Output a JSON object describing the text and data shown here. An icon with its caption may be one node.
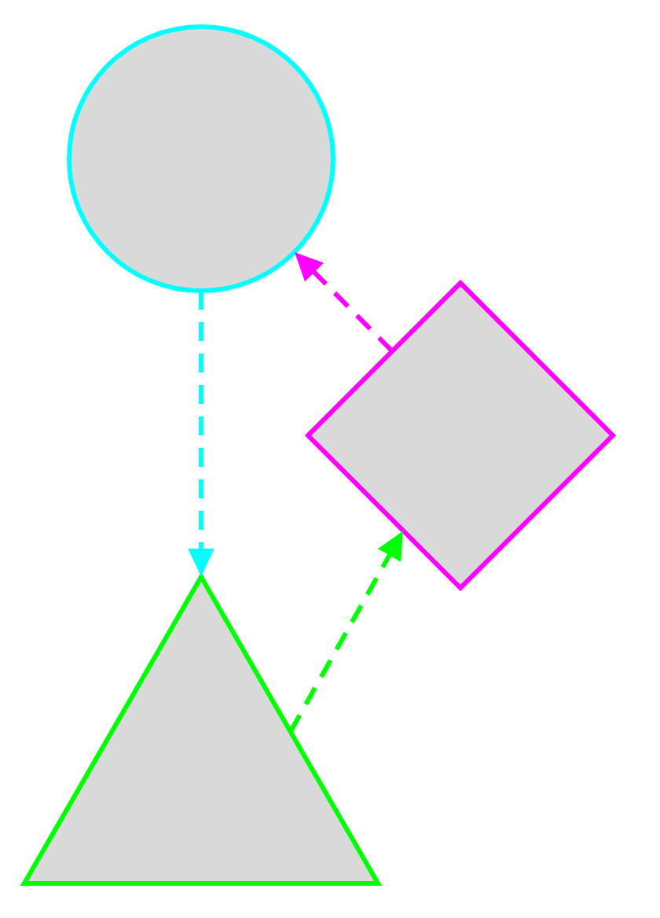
{
  "diagram": {
    "nodes": [
      {
        "text": [],
        "shape": "circle"
      },
      {
        "text": [],
        "shape": "diamond"
      },
      {
        "text": [],
        "shape": "triangle"
      }
    ],
    "edges": [
      {
        "from": 0,
        "to": 2,
        "arrow": "to",
        "style": "dashed",
        "color": "#00ffff"
      },
      {
        "from": 2,
        "to": 1,
        "arrow": "to",
        "style": "dashed",
        "color": "#00ff00"
      },
      {
        "from": 1,
        "to": 0,
        "arrow": "to",
        "style": "dashed",
        "color": "#ff00ff"
      }
    ]
  }
}
